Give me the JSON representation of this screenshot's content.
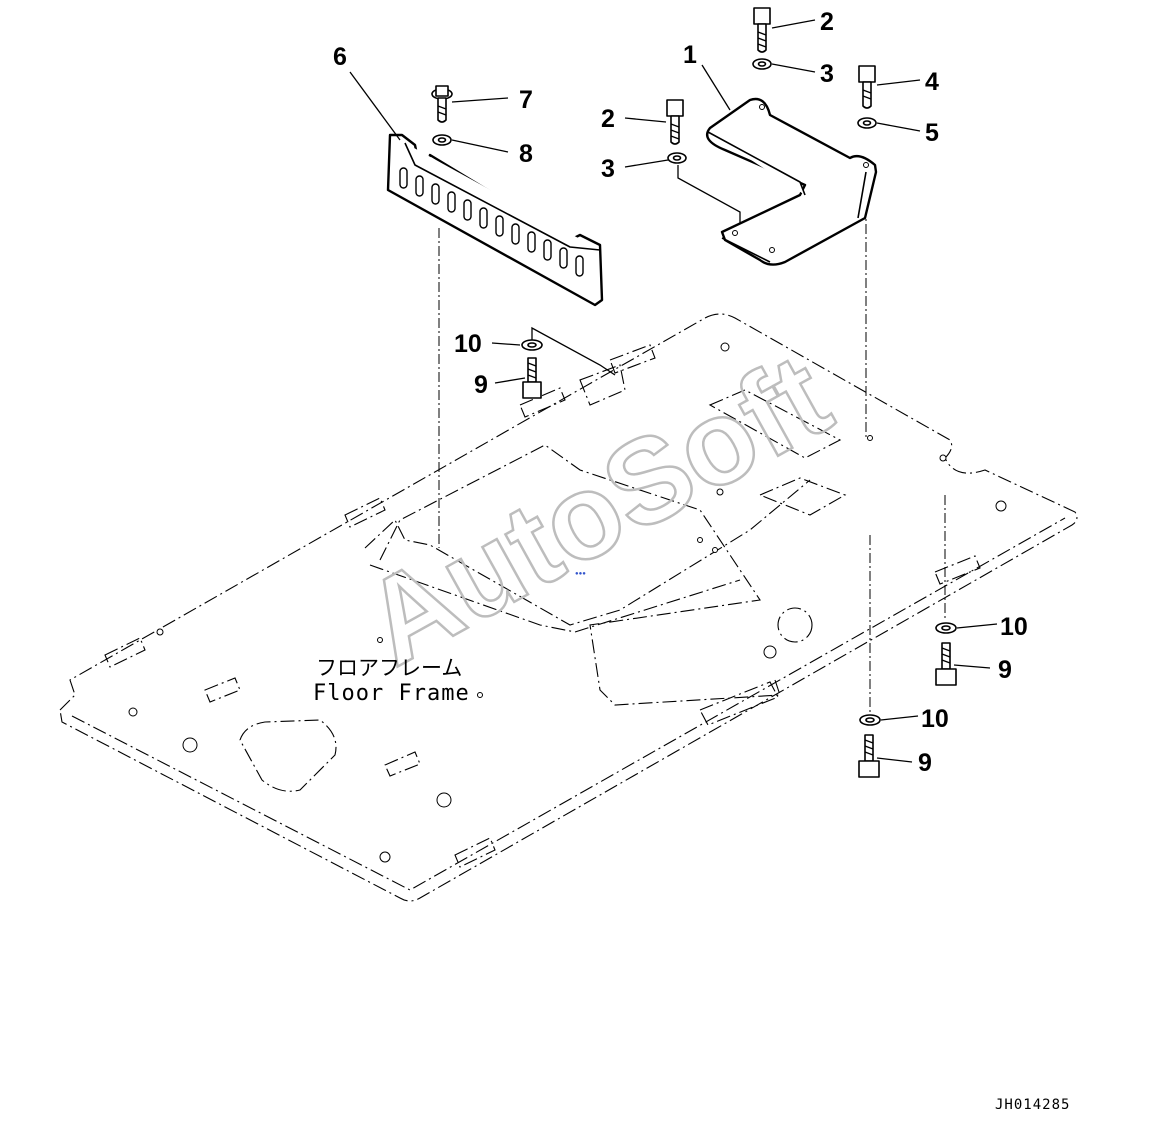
{
  "callouts": {
    "c1": "1",
    "c2a": "2",
    "c2b": "2",
    "c3a": "3",
    "c3b": "3",
    "c4": "4",
    "c5": "5",
    "c6": "6",
    "c7": "7",
    "c8": "8",
    "c9a": "9",
    "c9b": "9",
    "c9c": "9",
    "c10a": "10",
    "c10b": "10",
    "c10c": "10"
  },
  "floor_frame": {
    "label_jp": "フロアフレーム",
    "label_en": "Floor Frame"
  },
  "watermark": "AutoSoft",
  "drawing_number": "JH014285"
}
